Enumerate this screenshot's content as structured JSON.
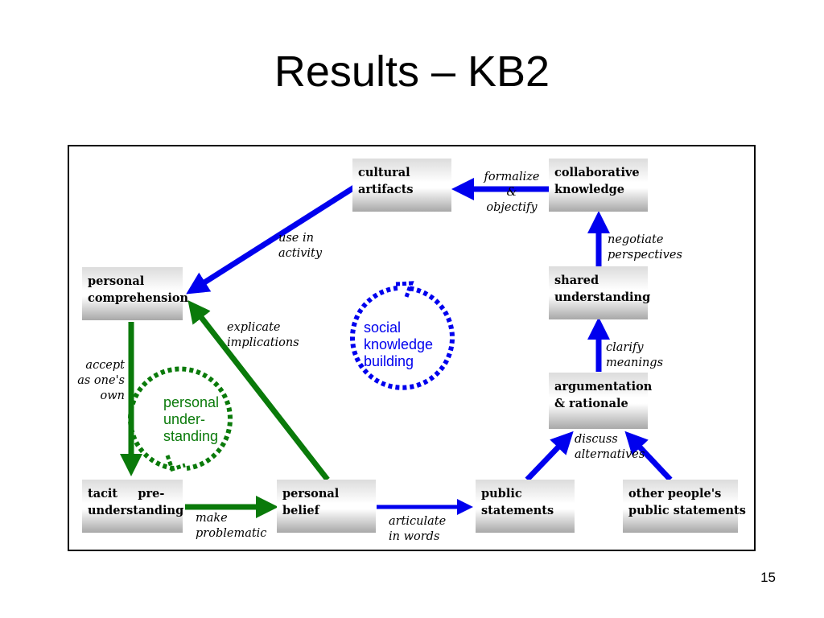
{
  "title": "Results – KB2",
  "page_number": "15",
  "nodes": {
    "cultural_artifacts": "cultural\nartifacts",
    "collaborative_knowledge": "collaborative\nknowledge",
    "personal_comprehension": "personal\ncomprehension",
    "shared_understanding": "shared\nunderstanding",
    "argumentation_rationale": "argumentation\n& rationale",
    "tacit_preunderstanding": "tacit     pre-\nunderstanding",
    "personal_belief": "personal\nbelief",
    "public_statements": "public\nstatements",
    "other_public_statements": "other people's\npublic statements"
  },
  "labels": {
    "formalize_objectify": "formalize\n&\nobjectify",
    "use_in_activity": "use in\nactivity",
    "negotiate_perspectives": "negotiate\nperspectives",
    "explicate_implications": "explicate\nimplications",
    "clarify_meanings": "clarify\nmeanings",
    "accept_as_own": "accept\nas one's\nown",
    "discuss_alternatives": "discuss\nalternatives",
    "make_problematic": "make\nproblematic",
    "articulate_in_words": "articulate\nin words"
  },
  "cycles": {
    "social": "social\nknowledge\nbuilding",
    "personal": "personal\nunder-\nstanding"
  },
  "colors": {
    "blue": "#0000ee",
    "green": "#0a7a0a"
  }
}
